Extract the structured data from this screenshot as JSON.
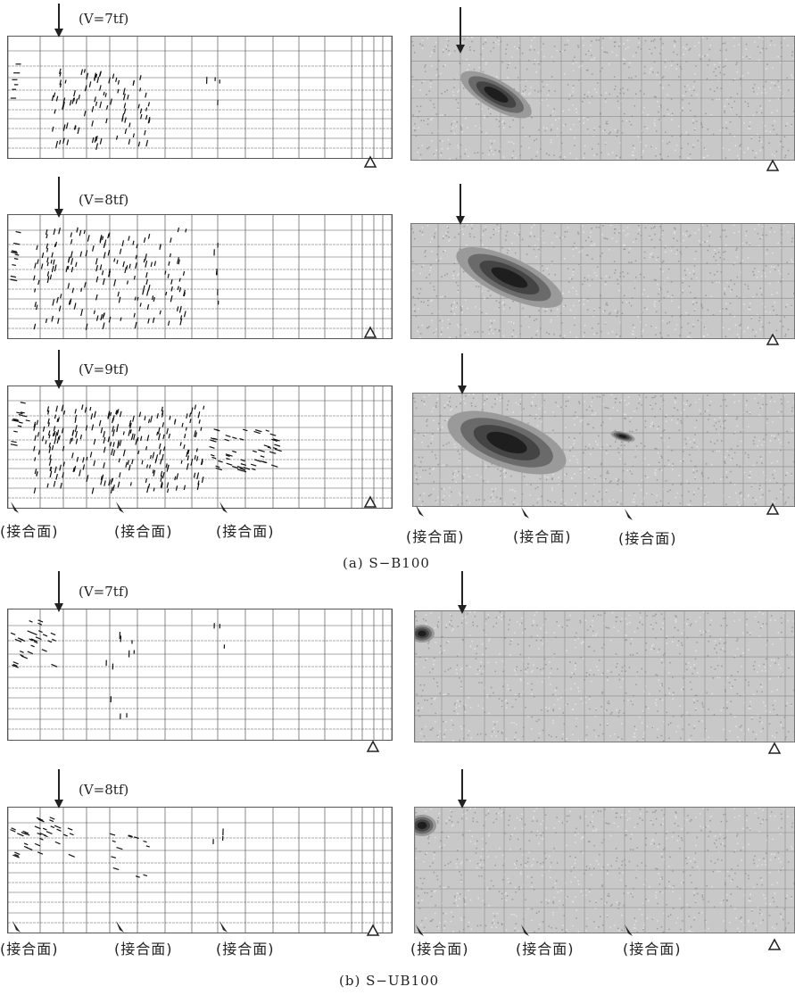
{
  "section_a": {
    "caption": "(a) S−B100",
    "loads": [
      "(V=7tf)",
      "(V=8tf)",
      "(V=9tf)"
    ],
    "joint_labels_left": [
      "(接合面)",
      "(接合面)",
      "(接合面)"
    ],
    "joint_labels_right": [
      "(接合面)",
      "(接合面)",
      "(接合面)"
    ]
  },
  "section_b": {
    "caption": "(b) S−UB100",
    "loads": [
      "(V=7tf)",
      "(V=8tf)"
    ],
    "joint_labels_left": [
      "(接合面)",
      "(接合面)",
      "(接合面)"
    ],
    "joint_labels_right": [
      "(接合面)",
      "(接合面)",
      "(接合面)"
    ]
  },
  "colors": {
    "mesh_line": "#555555",
    "contour_fill": "#c8c8c8",
    "contour_dark": "#2a2a2a",
    "crack": "#111111"
  },
  "icons": {
    "load_arrow": "down-arrow-icon",
    "support": "triangle-support-icon",
    "joint_marker": "arrowhead-pointer-icon"
  }
}
